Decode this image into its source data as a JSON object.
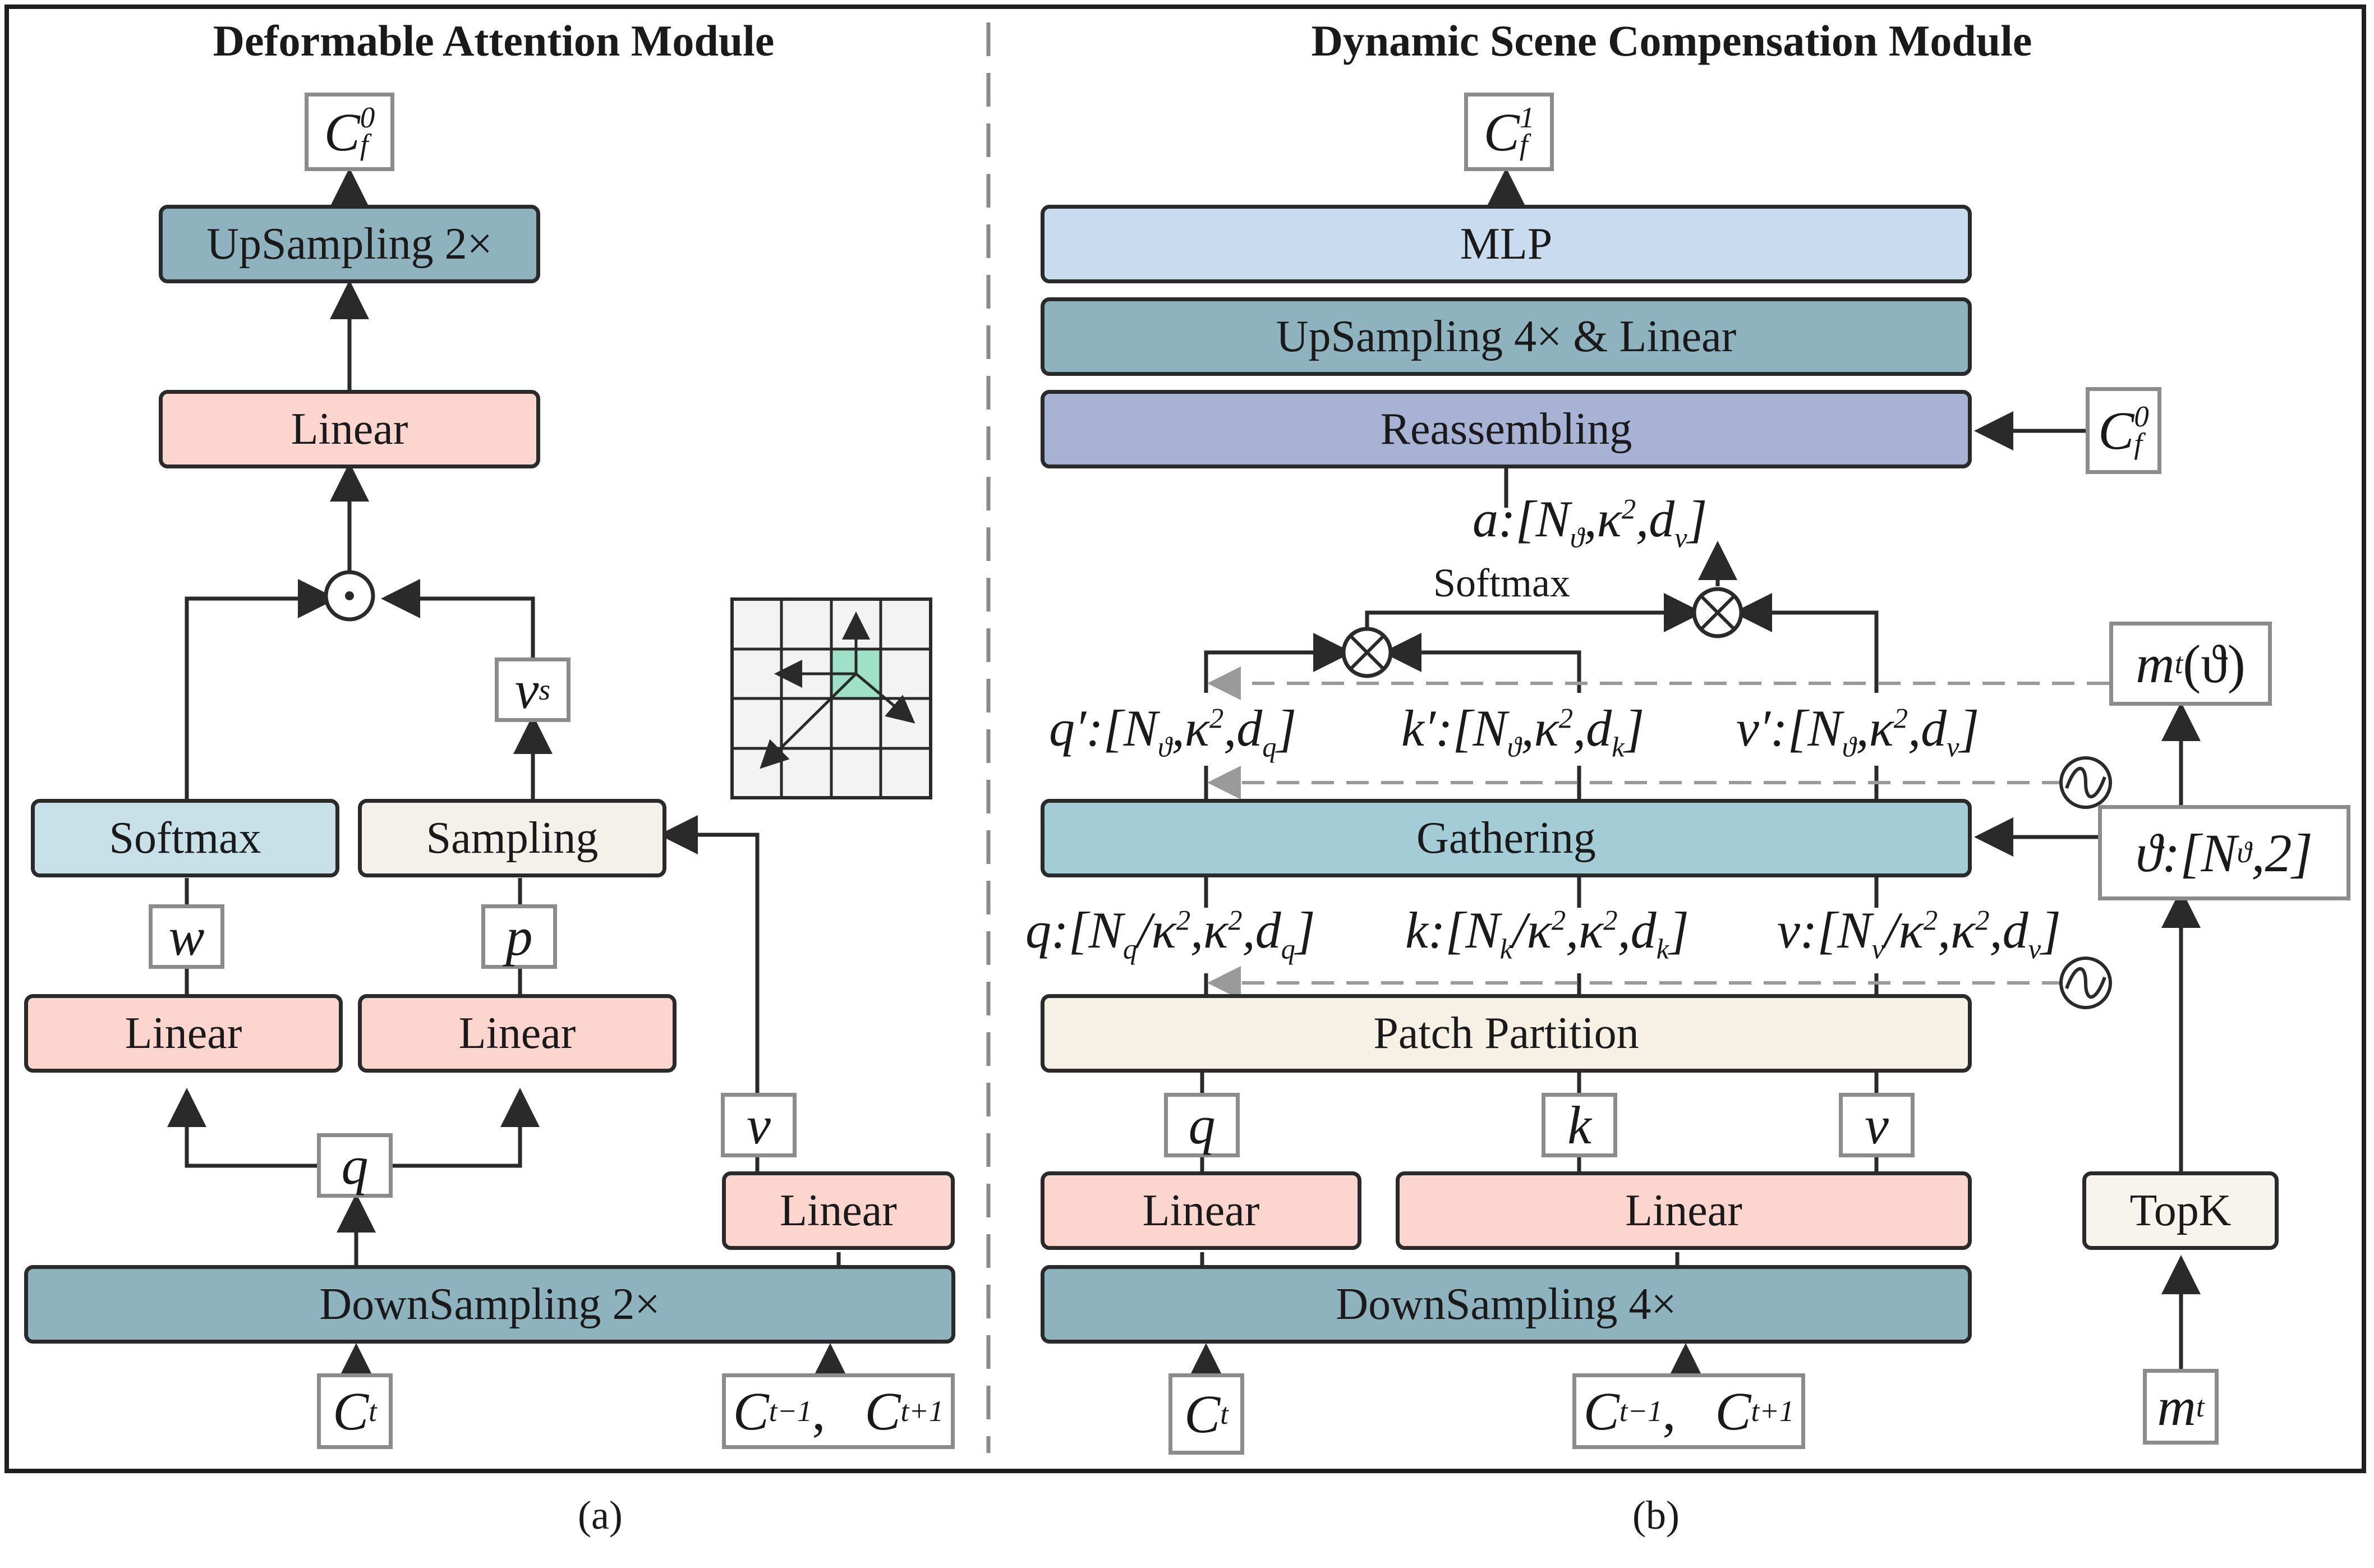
{
  "panel_a": {
    "title": "Deformable Attention Module",
    "caption": "(a)",
    "blocks": {
      "upsampling": "UpSampling 2×",
      "linear_top": "Linear",
      "softmax": "Softmax",
      "sampling": "Sampling",
      "linear_left": "Linear",
      "linear_mid": "Linear",
      "linear_right": "Linear",
      "downsampling": "DownSampling 2×"
    },
    "vars": {
      "out": "C",
      "out_sub": "f",
      "out_sup": "0",
      "vs": "v",
      "vs_sub": "s",
      "w": "w",
      "p": "p",
      "q": "q",
      "v": "v",
      "ct": "C",
      "ct_sub": "t",
      "cprev": "C",
      "cprev_sub": "t−1",
      "cnext": "C",
      "cnext_sub": "t+1",
      "comma": ","
    },
    "op_symbol": "⊙"
  },
  "panel_b": {
    "title": "Dynamic Scene Compensation Module",
    "caption": "(b)",
    "blocks": {
      "mlp": "MLP",
      "upsampling": "UpSampling 4× & Linear",
      "reassembling": "Reassembling",
      "gathering": "Gathering",
      "patch_partition": "Patch Partition",
      "linear_left": "Linear",
      "linear_right": "Linear",
      "downsampling": "DownSampling 4×",
      "topk": "TopK"
    },
    "softmax_label": "Softmax",
    "vars": {
      "out": "C",
      "out_sub": "f",
      "out_sup": "1",
      "cf0": "C",
      "cf0_sub": "f",
      "cf0_sup": "0",
      "m_theta": "m",
      "m_theta_sub": "t",
      "m_theta_arg": "(ϑ)",
      "theta_shape": "ϑ:[N",
      "theta_shape_sub": "ϑ",
      "theta_shape_end": ",2]",
      "q": "q",
      "k": "k",
      "v": "v",
      "ct": "C",
      "ct_sub": "t",
      "cprev": "C",
      "cprev_sub": "t−1",
      "cnext": "C",
      "cnext_sub": "t+1",
      "mt": "m",
      "mt_sub": "t",
      "comma": ","
    },
    "shapes": {
      "a": "a:[N",
      "a_sub": "ϑ",
      "a_mid": ",κ",
      "a_sup": "2",
      "a_end": ",d",
      "a_end_sub": "v",
      "a_close": "]",
      "qp": "q′:[N",
      "qp_sub": "ϑ",
      "qp_mid": ",κ",
      "qp_sup": "2",
      "qp_end": ",d",
      "qp_end_sub": "q",
      "qp_close": "]",
      "kp": "k′:[N",
      "kp_sub": "ϑ",
      "kp_mid": ",κ",
      "kp_sup": "2",
      "kp_end": ",d",
      "kp_end_sub": "k",
      "kp_close": "]",
      "vp": "v′:[N",
      "vp_sub": "ϑ",
      "vp_mid": ",κ",
      "vp_sup": "2",
      "vp_end": ",d",
      "vp_end_sub": "v",
      "vp_close": "]",
      "q": "q:[N",
      "q_sub": "q",
      "q_mid": "/κ",
      "q_sup": "2",
      "q_mid2": ",κ",
      "q_sup2": "2",
      "q_end": ",d",
      "q_end_sub": "q",
      "q_close": "]",
      "k": "k:[N",
      "k_sub": "k",
      "k_mid": "/κ",
      "k_sup": "2",
      "k_mid2": ",κ",
      "k_sup2": "2",
      "k_end": ",d",
      "k_end_sub": "k",
      "k_close": "]",
      "v": "v:[N",
      "v_sub": "v",
      "v_mid": "/κ",
      "v_sup": "2",
      "v_mid2": ",κ",
      "v_sup2": "2",
      "v_end": ",d",
      "v_end_sub": "v",
      "v_close": "]"
    },
    "op_symbol": "⊗",
    "wave_symbol": "~"
  },
  "colors": {
    "teal": "#8eb3bf",
    "pink": "#fcd5cf",
    "light_blue": "#c8e0e7",
    "cream": "#f4f0ea",
    "mlp_blue": "#c9dbee",
    "purple": "#a7b2d5",
    "gather_blue": "#a4ccd6",
    "grid_highlight": "#9fe0c8"
  }
}
